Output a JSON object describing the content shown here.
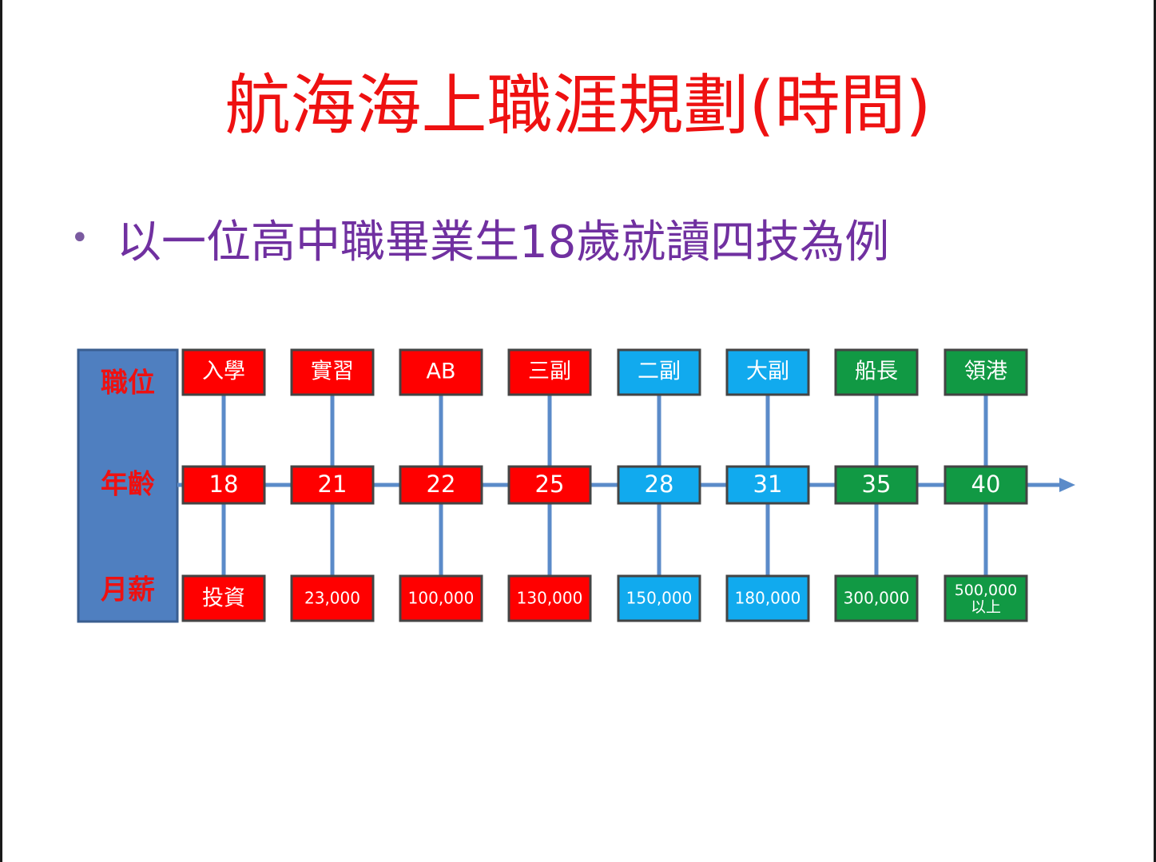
{
  "title": "航海海上職涯規劃(時間)",
  "bullet": "以一位高中職畢業生18歲就讀四技為例",
  "row_labels": [
    "職位",
    "年齡",
    "月薪"
  ],
  "colors": {
    "title": "#ee1111",
    "bullet": "#7030a0",
    "label_panel": "#4f7fc0",
    "red": "#ff0000",
    "blue": "#11aaee",
    "green": "#119944",
    "connector": "#5b8bc9",
    "box_border": "#444444"
  },
  "stages": [
    {
      "position": "入學",
      "age": "18",
      "salary": "投資",
      "color": "red"
    },
    {
      "position": "實習",
      "age": "21",
      "salary": "23,000",
      "color": "red"
    },
    {
      "position": "AB",
      "age": "22",
      "salary": "100,000",
      "color": "red"
    },
    {
      "position": "三副",
      "age": "25",
      "salary": "130,000",
      "color": "red"
    },
    {
      "position": "二副",
      "age": "28",
      "salary": "150,000",
      "color": "blue"
    },
    {
      "position": "大副",
      "age": "31",
      "salary": "180,000",
      "color": "blue"
    },
    {
      "position": "船長",
      "age": "35",
      "salary": "300,000",
      "color": "green"
    },
    {
      "position": "領港",
      "age": "40",
      "salary": "500,000\n以上",
      "color": "green"
    }
  ]
}
